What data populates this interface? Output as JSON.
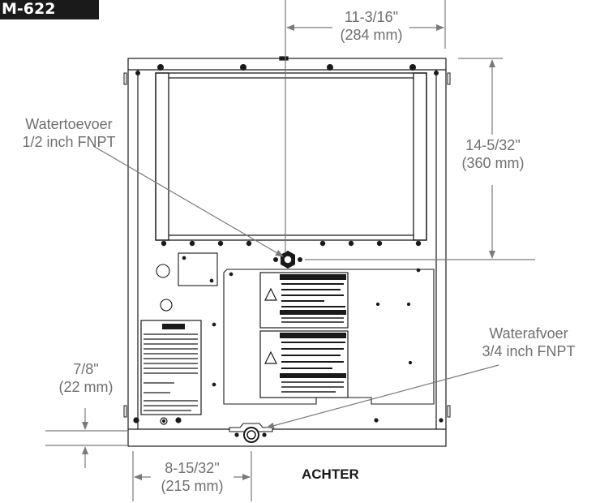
{
  "badge": {
    "model": "M-622"
  },
  "dimensions": {
    "width_top": {
      "frac": "11-3/16\"",
      "mm": "(284 mm)"
    },
    "height_right": {
      "frac": "14-5/32\"",
      "mm": "(360 mm)"
    },
    "offset_bottom": {
      "frac": "7/8\"",
      "mm": "(22 mm)"
    },
    "width_bottom": {
      "frac": "8-15/32\"",
      "mm": "(215 mm)"
    }
  },
  "callouts": {
    "water_inlet": {
      "line1": "Watertoevoer",
      "line2": "1/2 inch FNPT"
    },
    "water_drain": {
      "line1": "Waterafvoer",
      "line2": "3/4 inch FNPT"
    }
  },
  "view_label": "ACHTER",
  "colors": {
    "line": "#1a1a1a",
    "dim": "#7a7a7a",
    "text": "#6f6f6f"
  }
}
